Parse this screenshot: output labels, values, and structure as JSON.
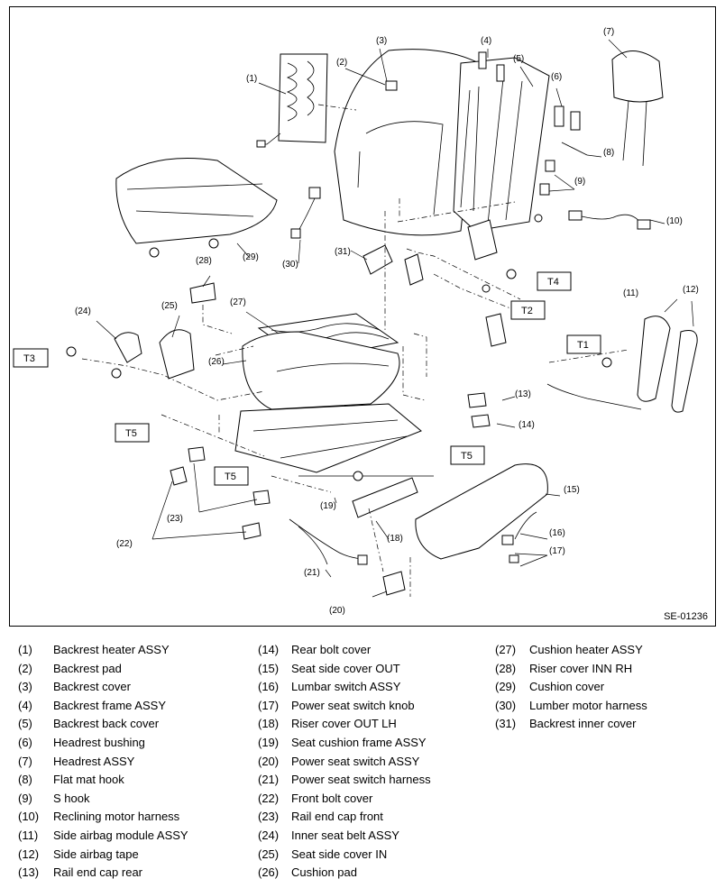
{
  "diagram": {
    "reference_code": "SE-01236",
    "callouts": {
      "c1": "(1)",
      "c2": "(2)",
      "c3": "(3)",
      "c4": "(4)",
      "c5": "(5)",
      "c6": "(6)",
      "c7": "(7)",
      "c8": "(8)",
      "c9": "(9)",
      "c10": "(10)",
      "c11": "(11)",
      "c12": "(12)",
      "c13": "(13)",
      "c14": "(14)",
      "c15": "(15)",
      "c16": "(16)",
      "c17": "(17)",
      "c18": "(18)",
      "c19": "(19)",
      "c20": "(20)",
      "c21": "(21)",
      "c22": "(22)",
      "c23": "(23)",
      "c24": "(24)",
      "c25": "(25)",
      "c26": "(26)",
      "c27": "(27)",
      "c28": "(28)",
      "c29": "(29)",
      "c30": "(30)",
      "c31": "(31)"
    },
    "torque_labels": {
      "t1": "T1",
      "t2": "T2",
      "t3": "T3",
      "t4": "T4",
      "t5": "T5"
    }
  },
  "legend": [
    [
      {
        "num": "(1)",
        "text": "Backrest heater ASSY"
      },
      {
        "num": "(2)",
        "text": "Backrest pad"
      },
      {
        "num": "(3)",
        "text": "Backrest cover"
      },
      {
        "num": "(4)",
        "text": "Backrest frame ASSY"
      },
      {
        "num": "(5)",
        "text": "Backrest back cover"
      },
      {
        "num": "(6)",
        "text": "Headrest bushing"
      },
      {
        "num": "(7)",
        "text": "Headrest ASSY"
      },
      {
        "num": "(8)",
        "text": "Flat mat hook"
      },
      {
        "num": "(9)",
        "text": "S hook"
      },
      {
        "num": "(10)",
        "text": "Reclining motor harness"
      },
      {
        "num": "(11)",
        "text": "Side airbag module ASSY"
      },
      {
        "num": "(12)",
        "text": "Side airbag tape"
      },
      {
        "num": "(13)",
        "text": "Rail end cap rear"
      }
    ],
    [
      {
        "num": "(14)",
        "text": "Rear bolt cover"
      },
      {
        "num": "(15)",
        "text": "Seat side cover OUT"
      },
      {
        "num": "(16)",
        "text": "Lumbar switch ASSY"
      },
      {
        "num": "(17)",
        "text": "Power seat switch knob"
      },
      {
        "num": "(18)",
        "text": "Riser cover OUT LH"
      },
      {
        "num": "(19)",
        "text": "Seat cushion frame ASSY"
      },
      {
        "num": "(20)",
        "text": "Power seat switch ASSY"
      },
      {
        "num": "(21)",
        "text": "Power seat switch harness"
      },
      {
        "num": "(22)",
        "text": "Front bolt cover"
      },
      {
        "num": "(23)",
        "text": "Rail end cap front"
      },
      {
        "num": "(24)",
        "text": "Inner seat belt ASSY"
      },
      {
        "num": "(25)",
        "text": "Seat side cover IN"
      },
      {
        "num": "(26)",
        "text": "Cushion pad"
      }
    ],
    [
      {
        "num": "(27)",
        "text": "Cushion heater ASSY"
      },
      {
        "num": "(28)",
        "text": "Riser cover INN RH"
      },
      {
        "num": "(29)",
        "text": "Cushion cover"
      },
      {
        "num": "(30)",
        "text": "Lumber motor harness"
      },
      {
        "num": "(31)",
        "text": "Backrest inner cover"
      }
    ]
  ]
}
